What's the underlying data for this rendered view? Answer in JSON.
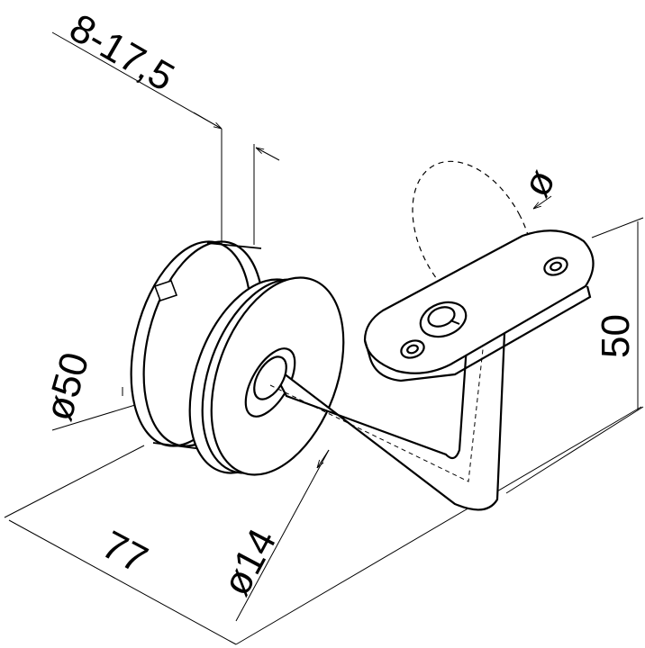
{
  "diagram": {
    "dimensions": {
      "glass_thickness": "8-17,5",
      "handrail_diameter": "ø",
      "height": "50",
      "disc_diameter": "ø50",
      "rod_diameter": "ø14",
      "depth": "77"
    }
  },
  "colors": {
    "line": "#000000",
    "background": "#ffffff"
  }
}
